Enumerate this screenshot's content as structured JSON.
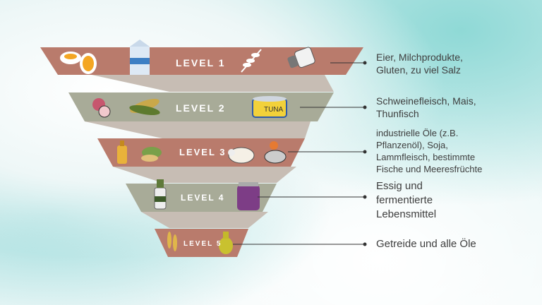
{
  "levels": [
    {
      "label": "LEVEL 1",
      "description": "Eier, Milchprodukte, Gluten, zu viel Salz",
      "icons": [
        "egg-icon",
        "milk-carton-icon",
        "wheat-icon",
        "salt-shaker-icon"
      ]
    },
    {
      "label": "LEVEL 2",
      "description": "Schweinefleisch, Mais, Thunfisch",
      "icons": [
        "pork-icon",
        "corn-icon",
        "tuna-can-icon"
      ],
      "can_label": "TUNA"
    },
    {
      "label": "LEVEL 3",
      "description": "industrielle Öle (z.B. Pflanzenöl), Soja, Lammfleisch, bestimmte Fische und Meeresfrüchte",
      "icons": [
        "oil-bottle-icon",
        "soy-icon",
        "lamb-icon",
        "seafood-icon"
      ]
    },
    {
      "label": "LEVEL 4",
      "description": "Essig und fermentierte Lebensmittel",
      "icons": [
        "vinegar-bottle-icon",
        "fermented-jar-icon"
      ]
    },
    {
      "label": "LEVEL 5",
      "description": "Getreide und alle Öle",
      "icons": [
        "grain-icon",
        "oil-jug-icon"
      ]
    }
  ],
  "colors": {
    "band_red": "#b97b6c",
    "band_green": "#a8ab98",
    "connector": "#c7bdb4"
  }
}
